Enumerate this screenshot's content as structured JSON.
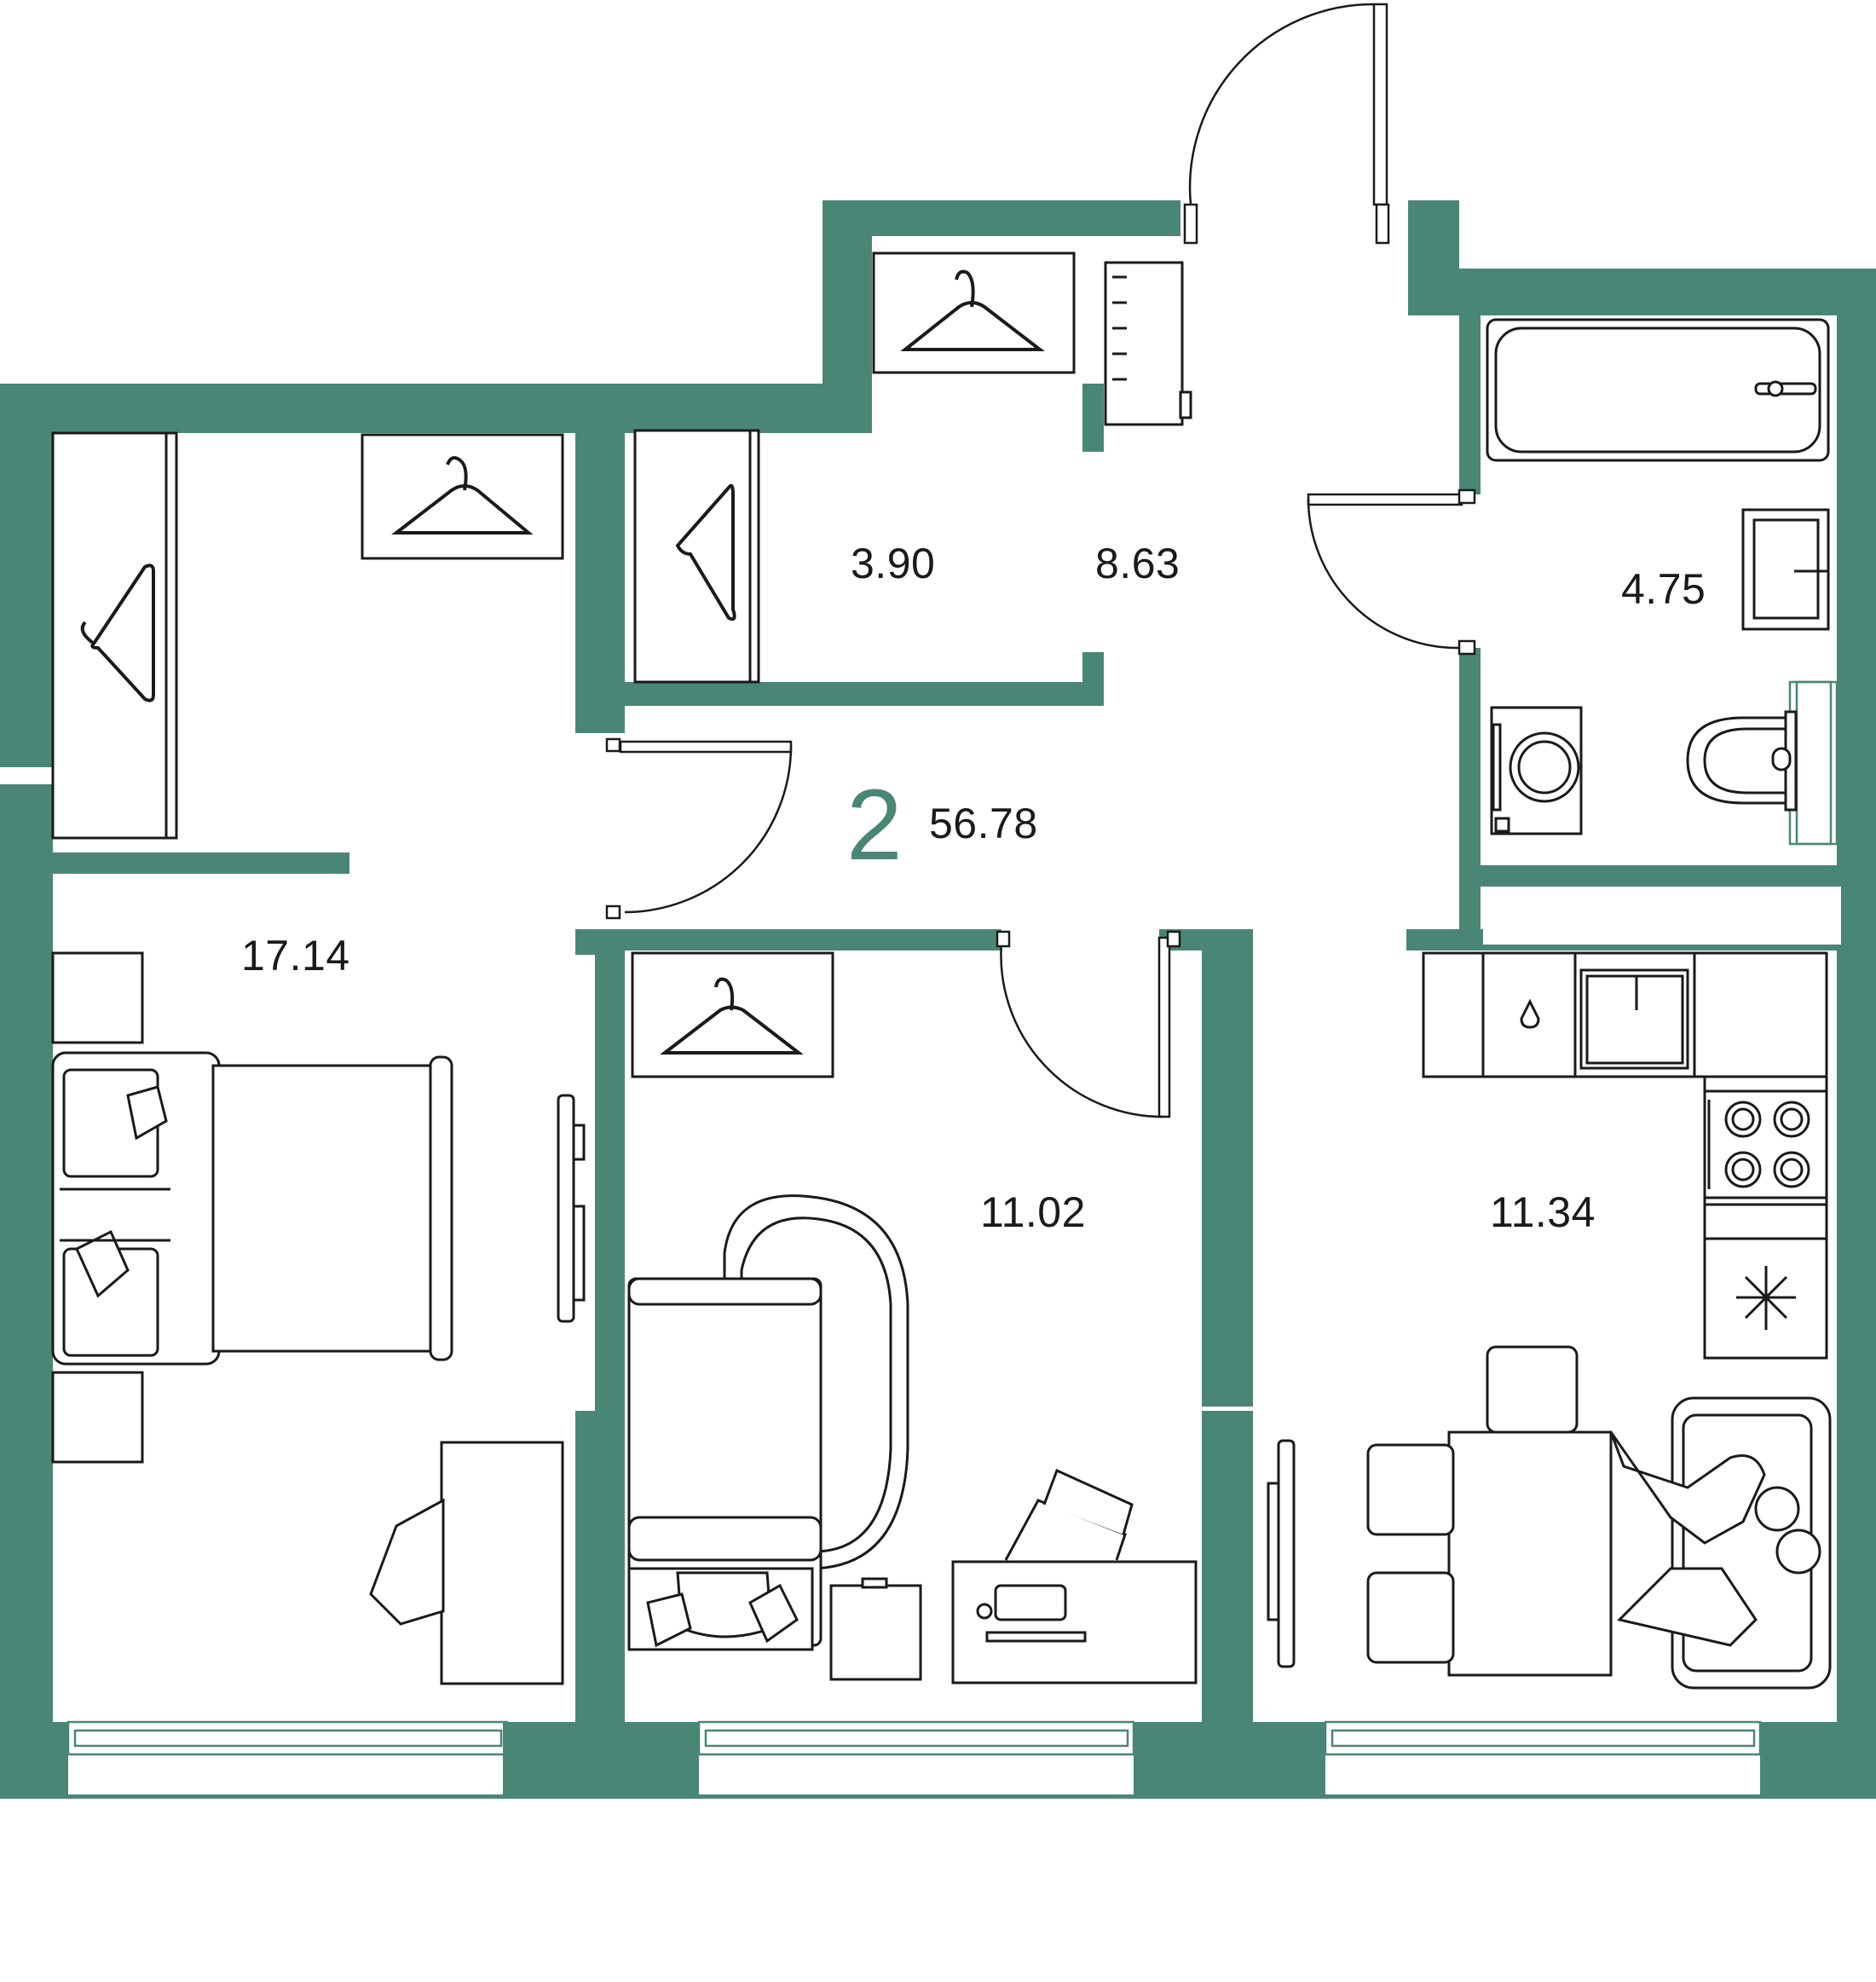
{
  "colors": {
    "wall": "#4a8676",
    "stroke": "#1a1a1a",
    "rooms_count": "#4a8676"
  },
  "apartment": {
    "rooms_count": "2",
    "total_area": "56.78"
  },
  "rooms": [
    {
      "id": "bedroom",
      "area": "17.14"
    },
    {
      "id": "wardrobe",
      "area": "3.90"
    },
    {
      "id": "hallway",
      "area": "8.63"
    },
    {
      "id": "bathroom",
      "area": "4.75"
    },
    {
      "id": "living-room",
      "area": "11.02"
    },
    {
      "id": "kitchen",
      "area": "11.34"
    }
  ],
  "icons": [
    "hanger-icon",
    "bed-icon",
    "bathtub-icon",
    "sink-icon",
    "toilet-icon",
    "washing-machine-icon",
    "stove-icon",
    "fridge-icon",
    "snowflake-icon",
    "water-drop-icon",
    "sofa-icon",
    "desk-icon",
    "chair-icon",
    "tv-icon",
    "dining-table-icon",
    "people-icon",
    "door-swing-icon",
    "window-icon"
  ]
}
